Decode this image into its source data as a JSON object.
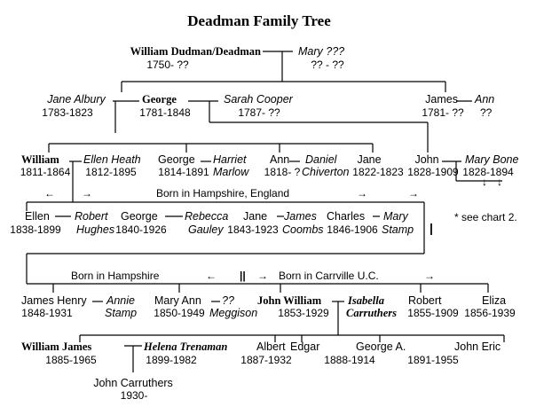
{
  "title": "Deadman Family Tree",
  "people": {
    "william_dudman": {
      "name": "William Dudman/Deadman",
      "dates": "1750- ??"
    },
    "mary_1": {
      "name": "Mary ???",
      "dates": "?? - ??"
    },
    "jane_albury": {
      "name": "Jane  Albury",
      "dates": "1783-1823"
    },
    "george_1": {
      "name": "George",
      "dates": "1781-1848"
    },
    "sarah_cooper": {
      "name": "Sarah Cooper",
      "dates": "1787- ??"
    },
    "james_1": {
      "name": "James",
      "dates": "1781- ??"
    },
    "ann_1": {
      "name": "Ann",
      "dates": "??"
    },
    "william_2": {
      "name": "William",
      "dates": "1811-1864"
    },
    "ellen_heath": {
      "name": "Ellen Heath",
      "dates": "1812-1895"
    },
    "george_2": {
      "name": "George",
      "dates": "1814-1891"
    },
    "harriet_marlow": {
      "name": "Harriet",
      "name2": "Marlow"
    },
    "ann_2": {
      "name": "Ann",
      "dates": "1818- ?"
    },
    "daniel_chiverton": {
      "name": "Daniel",
      "name2": "Chiverton"
    },
    "jane_2": {
      "name": "Jane",
      "dates": "1822-1823"
    },
    "john_1": {
      "name": "John",
      "dates": "1828-1909"
    },
    "mary_bone": {
      "name": "Mary Bone",
      "dates": "1828-1894"
    },
    "ellen_3": {
      "name": "Ellen",
      "dates": "1838-1899"
    },
    "robert_hughes": {
      "name": "Robert",
      "name2": "Hughes"
    },
    "george_3": {
      "name": "George",
      "dates": "1840-1926"
    },
    "rebecca_gauley": {
      "name": "Rebecca",
      "name2": "Gauley"
    },
    "jane_3": {
      "name": "Jane",
      "dates": "1843-1923"
    },
    "james_coombs": {
      "name": "James",
      "name2": "Coombs"
    },
    "charles_3": {
      "name": "Charles",
      "dates": "1846-1906"
    },
    "mary_stamp": {
      "name": "Mary",
      "name2": "Stamp"
    },
    "james_henry": {
      "name": "James Henry",
      "dates": "1848-1931"
    },
    "annie_stamp": {
      "name": "Annie",
      "name2": "Stamp"
    },
    "mary_ann": {
      "name": "Mary Ann",
      "dates": "1850-1949"
    },
    "meggison": {
      "name": "??",
      "name2": "Meggison"
    },
    "john_william": {
      "name": "John William",
      "dates": "1853-1929"
    },
    "isabella_carruthers": {
      "name": "Isabella",
      "name2": "Carruthers"
    },
    "robert_4": {
      "name": "Robert",
      "dates": "1855-1909"
    },
    "eliza": {
      "name": "Eliza",
      "dates": "1856-1939"
    },
    "william_james": {
      "name": "William James",
      "dates": "1885-1965"
    },
    "helena_trenaman": {
      "name": "Helena Trenaman",
      "dates": "1899-1982"
    },
    "albert": {
      "name": "Albert",
      "dates": "1887-1932"
    },
    "edgar": {
      "name": "Edgar",
      "dates": "1888-1914"
    },
    "george_a": {
      "name": "George A.",
      "dates": "1891-1955"
    },
    "john_eric": {
      "name": "John Eric"
    },
    "john_carruthers": {
      "name": "John Carruthers",
      "dates": "1930-"
    }
  },
  "notes": {
    "hampshire_england": "Born in Hampshire, England",
    "hampshire": "Born in Hampshire",
    "carrville": "Born in Carrville U.C.",
    "see_chart": "* see chart 2.",
    "arrow_left": "←",
    "arrow_right": "→",
    "arrow_down": "↓",
    "divider": "||",
    "bar": "|"
  }
}
